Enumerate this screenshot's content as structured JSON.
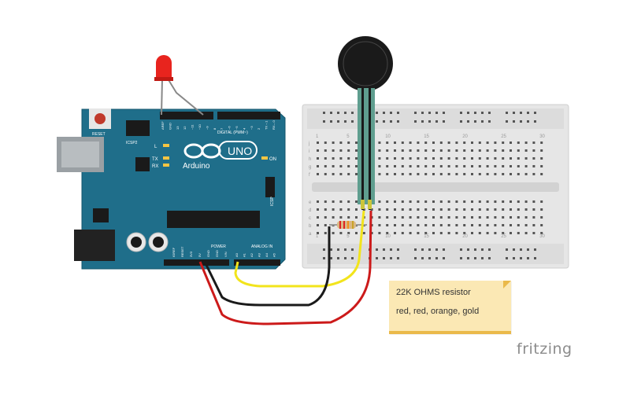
{
  "arduino": {
    "reset_label": "RESET",
    "icsp2_label": "ICSP2",
    "icsp_label": "ICSP",
    "digital_label": "DIGITAL (PWM~)",
    "tx_label": "TX",
    "rx_label": "RX",
    "l_label": "L",
    "on_label": "ON",
    "brand_label": "Arduino",
    "model_label": "UNO",
    "power_label": "POWER",
    "analog_label": "ANALOG IN",
    "top_pins": [
      "AREF",
      "GND",
      "13",
      "12",
      "~11",
      "~10",
      "~9",
      "8",
      "7",
      "~6",
      "~5",
      "4",
      "~3",
      "2",
      "TX→1",
      "RX←0"
    ],
    "power_pins": [
      "IOREF",
      "RESET",
      "3V3",
      "5V",
      "GND",
      "GND",
      "VIN"
    ],
    "analog_pins": [
      "A0",
      "A1",
      "A2",
      "A3",
      "A4",
      "A5"
    ]
  },
  "breadboard": {
    "col_numbers": [
      "1",
      "5",
      "10",
      "15",
      "20",
      "25",
      "30"
    ],
    "top_rows": [
      "j",
      "i",
      "h",
      "g",
      "f"
    ],
    "bottom_rows": [
      "e",
      "d",
      "c",
      "b",
      "a"
    ]
  },
  "note": {
    "line1": "22K OHMS resistor",
    "line2": "red, red, orange, gold"
  },
  "watermark": "fritzing",
  "colors": {
    "board": "#1f6e8a",
    "wire_yellow": "#f2e41c",
    "wire_black": "#1a1a1a",
    "wire_red": "#cc1a1a",
    "led": "#e8241e"
  }
}
